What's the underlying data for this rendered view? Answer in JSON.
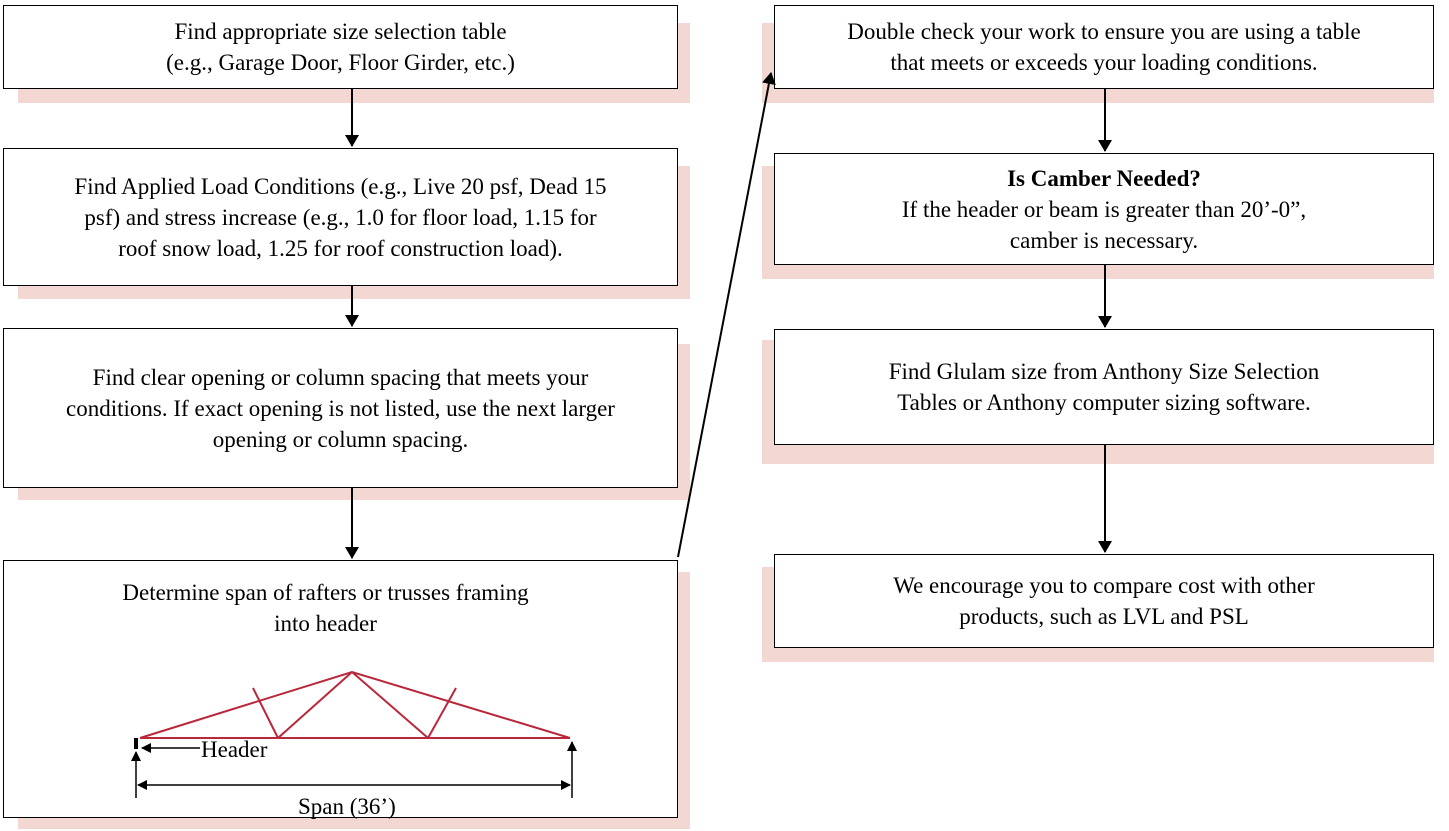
{
  "colors": {
    "shadow": "#f3d7d2",
    "truss": "#b8283a",
    "border": "#000000"
  },
  "left_column": {
    "step1": [
      "Find appropriate size selection table",
      "(e.g., Garage Door, Floor Girder, etc.)"
    ],
    "step2": [
      "Find Applied Load Conditions (e.g., Live 20 psf, Dead 15",
      "psf) and stress increase (e.g., 1.0 for floor load, 1.15 for",
      "roof snow load, 1.25 for roof construction load)."
    ],
    "step3": [
      "Find clear opening or column spacing that meets your",
      "conditions. If exact opening is not listed, use the next larger",
      "opening or column spacing."
    ],
    "step4": [
      "Determine span of rafters or trusses framing",
      "into header"
    ],
    "truss": {
      "header_label": "Header",
      "span_label": "Span (36’)"
    }
  },
  "right_column": {
    "step5": [
      "Double check your work to ensure you are using a table",
      "that meets or exceeds your loading conditions."
    ],
    "step6": {
      "title": "Is Camber Needed?",
      "lines": [
        "If the header or beam is greater than 20’-0”,",
        "camber is necessary."
      ]
    },
    "step7": [
      "Find Glulam size from Anthony Size Selection",
      "Tables or Anthony computer sizing software."
    ],
    "step8": [
      "We encourage you to compare cost with other",
      "products, such as LVL and PSL"
    ]
  }
}
